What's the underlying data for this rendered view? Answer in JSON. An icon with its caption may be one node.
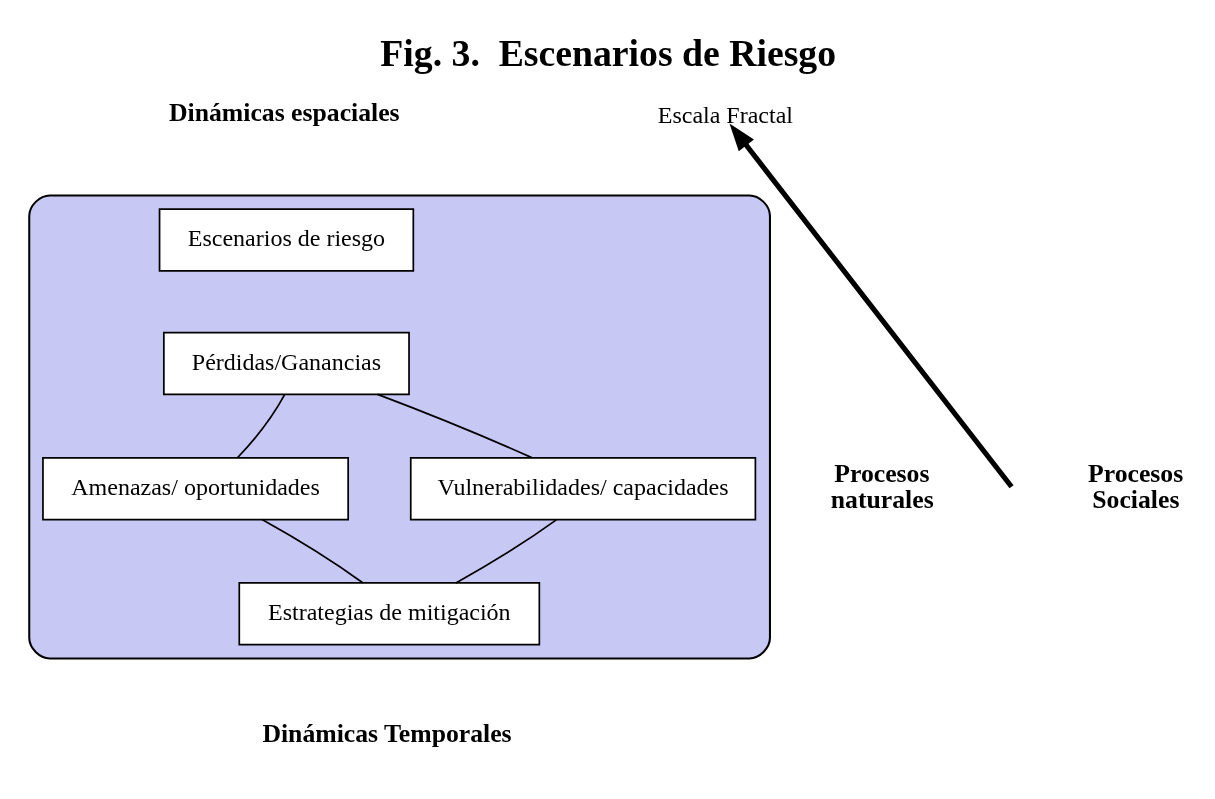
{
  "diagram": {
    "title": "Fig. 3.  Escenarios de Riesgo",
    "nodes": [
      {
        "text": [],
        "shape": "ellipse"
      },
      {
        "text": [
          "Escenarios de riesgo"
        ],
        "in": 0
      },
      {
        "text": [
          "Pérdidas/Ganancias"
        ],
        "in": 0
      },
      {
        "text": [
          "Amenazas/ oportunidades"
        ],
        "in": 0
      },
      {
        "text": [
          "Vulnerabilidades/ capacidades"
        ],
        "in": 0
      },
      {
        "text": [
          "Estrategias de mitigación"
        ],
        "in": 0
      },
      {
        "text": [
          "Escala Fractal"
        ]
      }
    ],
    "edges": [
      {
        "from": 2,
        "to": 3,
        "arrow": "none"
      },
      {
        "from": 2,
        "to": 4,
        "arrow": "none"
      },
      {
        "from": 3,
        "to": 5,
        "arrow": "none"
      },
      {
        "from": 5,
        "to": 4,
        "arrow": "none"
      },
      {
        "from": null,
        "to": 6,
        "arrow": "to",
        "style": "thick"
      }
    ],
    "labels": [
      "Dinámicas espaciales",
      "Procesos naturales",
      "Procesos Sociales",
      "Dinámicas Temporales"
    ]
  }
}
